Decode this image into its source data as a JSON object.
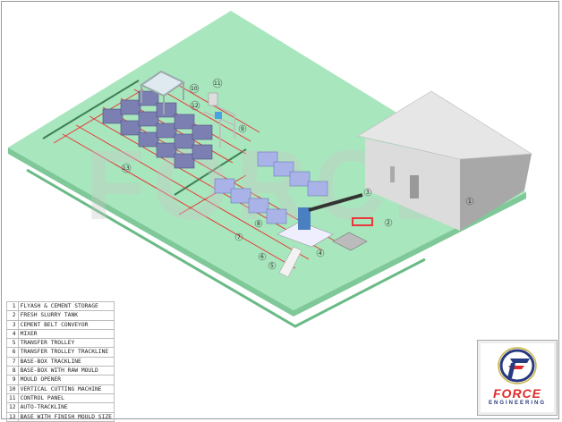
{
  "watermark": "FORCE",
  "callouts": [
    "1",
    "2",
    "3",
    "4",
    "5",
    "6",
    "7",
    "8",
    "9",
    "10",
    "11",
    "12",
    "13"
  ],
  "legend": [
    {
      "num": "1",
      "label": "FLYASH & CEMENT STORAGE"
    },
    {
      "num": "2",
      "label": "FRESH SLURRY TANK"
    },
    {
      "num": "3",
      "label": "CEMENT BELT CONVEYOR"
    },
    {
      "num": "4",
      "label": "MIXER"
    },
    {
      "num": "5",
      "label": "TRANSFER TROLLEY"
    },
    {
      "num": "6",
      "label": "TRANSFER TROLLEY TRACKLINE"
    },
    {
      "num": "7",
      "label": "BASE-BOX TRACKLINE"
    },
    {
      "num": "8",
      "label": "BASE-BOX WITH RAW MOULD"
    },
    {
      "num": "9",
      "label": "MOULD OPENER"
    },
    {
      "num": "10",
      "label": "VERTICAL CUTTING MACHINE"
    },
    {
      "num": "11",
      "label": "CONTROL PANEL"
    },
    {
      "num": "12",
      "label": "AUTO-TRACKLINE"
    },
    {
      "num": "13",
      "label": "BASE WITH FINISH MOULD SIZE"
    }
  ],
  "logo": {
    "name": "FORCE",
    "tagline": "ENGINEERING"
  },
  "colors": {
    "ground": "#a8e6bd",
    "track": "#e8383a",
    "building": "#d8d8d8",
    "mould": "#a9b3e8",
    "finished": "#7b7fb2",
    "logo_red": "#e02a2a",
    "logo_blue": "#283a80"
  }
}
